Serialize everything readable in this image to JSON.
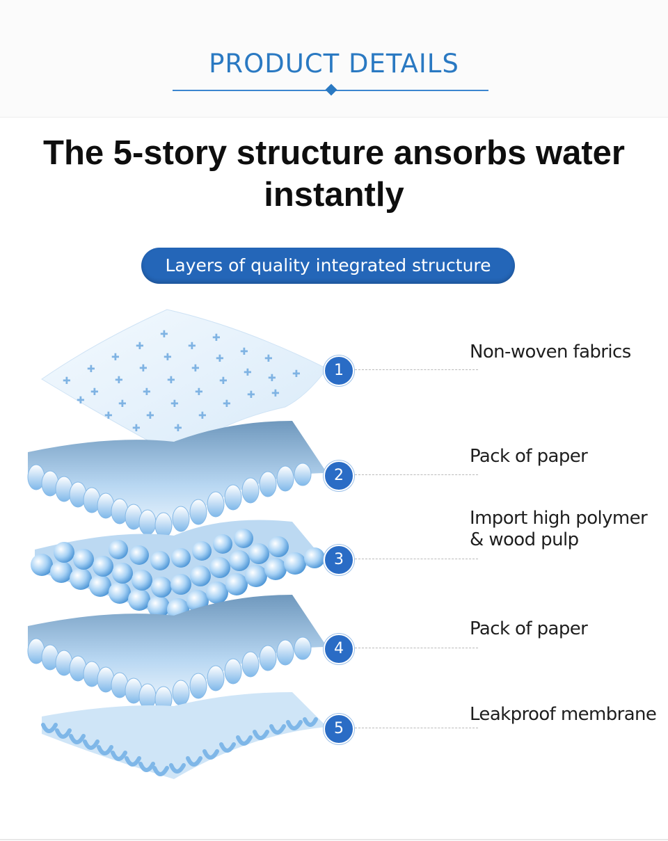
{
  "header": {
    "title": "PRODUCT DETAILS"
  },
  "headline": "The 5-story structure ansorbs water instantly",
  "pill": {
    "label": "Layers of quality integrated structure"
  },
  "layers": [
    {
      "number": "1",
      "label": "Non-woven fabrics"
    },
    {
      "number": "2",
      "label": "Pack of paper"
    },
    {
      "number": "3",
      "label": "Import high polymer\n& wood pulp"
    },
    {
      "number": "4",
      "label": "Pack of paper"
    },
    {
      "number": "5",
      "label": "Leakproof membrane"
    }
  ],
  "colors": {
    "accent": "#2a79c2",
    "badge": "#2a6cc5",
    "layer_light": "#e4f0fb",
    "layer_mid": "#9cc8ef",
    "layer_dark": "#5c8fbd"
  },
  "icons": {
    "title_ornament": "diamond-icon"
  }
}
